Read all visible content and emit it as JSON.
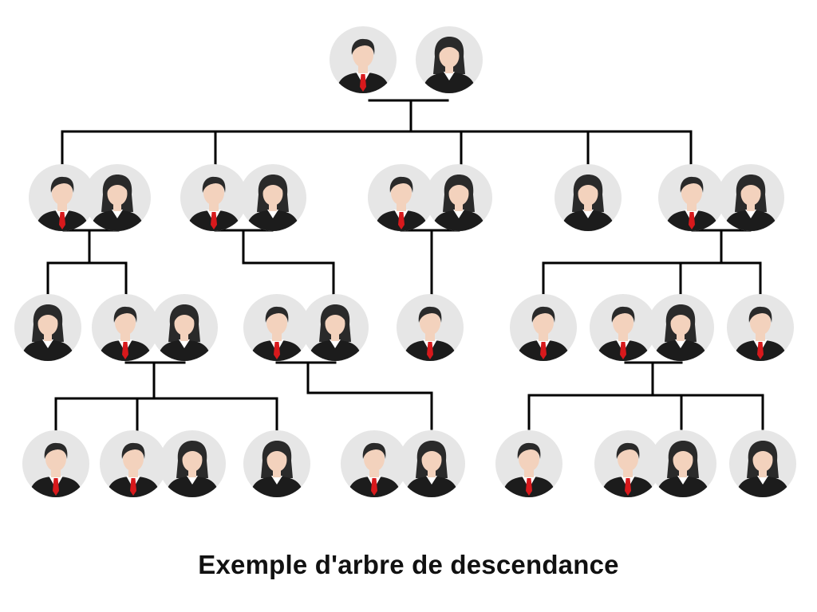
{
  "caption": "Exemple d'arbre de descendance",
  "colors": {
    "avatar_bg": "#e6e6e6",
    "skin": "#f3d2bd",
    "hair": "#2a2a2a",
    "suit": "#1c1c1c",
    "shirt": "#ffffff",
    "tie": "#d8191c",
    "line": "#000000"
  },
  "persons": [
    {
      "id": "p_gen0_man",
      "gender": "male"
    },
    {
      "id": "p_gen0_woman",
      "gender": "female"
    },
    {
      "id": "p_g1a_man",
      "gender": "male"
    },
    {
      "id": "p_g1a_woman",
      "gender": "female"
    },
    {
      "id": "p_g1b_man",
      "gender": "male"
    },
    {
      "id": "p_g1b_woman",
      "gender": "female"
    },
    {
      "id": "p_g1c_man",
      "gender": "male"
    },
    {
      "id": "p_g1c_woman",
      "gender": "female"
    },
    {
      "id": "p_g1d_woman",
      "gender": "female"
    },
    {
      "id": "p_g1e_man",
      "gender": "male"
    },
    {
      "id": "p_g1e_woman",
      "gender": "female"
    },
    {
      "id": "p_g2a_woman",
      "gender": "female"
    },
    {
      "id": "p_g2b_man",
      "gender": "male"
    },
    {
      "id": "p_g2b_woman",
      "gender": "female"
    },
    {
      "id": "p_g2c_man",
      "gender": "male"
    },
    {
      "id": "p_g2c_woman",
      "gender": "female"
    },
    {
      "id": "p_g2d_man",
      "gender": "male"
    },
    {
      "id": "p_g2e_man",
      "gender": "male"
    },
    {
      "id": "p_g2f_man",
      "gender": "male"
    },
    {
      "id": "p_g2f_woman",
      "gender": "female"
    },
    {
      "id": "p_g2g_man",
      "gender": "male"
    },
    {
      "id": "p_g3a_man",
      "gender": "male"
    },
    {
      "id": "p_g3b_man",
      "gender": "male"
    },
    {
      "id": "p_g3b_woman",
      "gender": "female"
    },
    {
      "id": "p_g3c_woman",
      "gender": "female"
    },
    {
      "id": "p_g3d_man",
      "gender": "male"
    },
    {
      "id": "p_g3d_woman",
      "gender": "female"
    },
    {
      "id": "p_g3e_man",
      "gender": "male"
    },
    {
      "id": "p_g3f_man",
      "gender": "male"
    },
    {
      "id": "p_g3f_woman",
      "gender": "female"
    },
    {
      "id": "p_g3g_woman",
      "gender": "female"
    }
  ]
}
